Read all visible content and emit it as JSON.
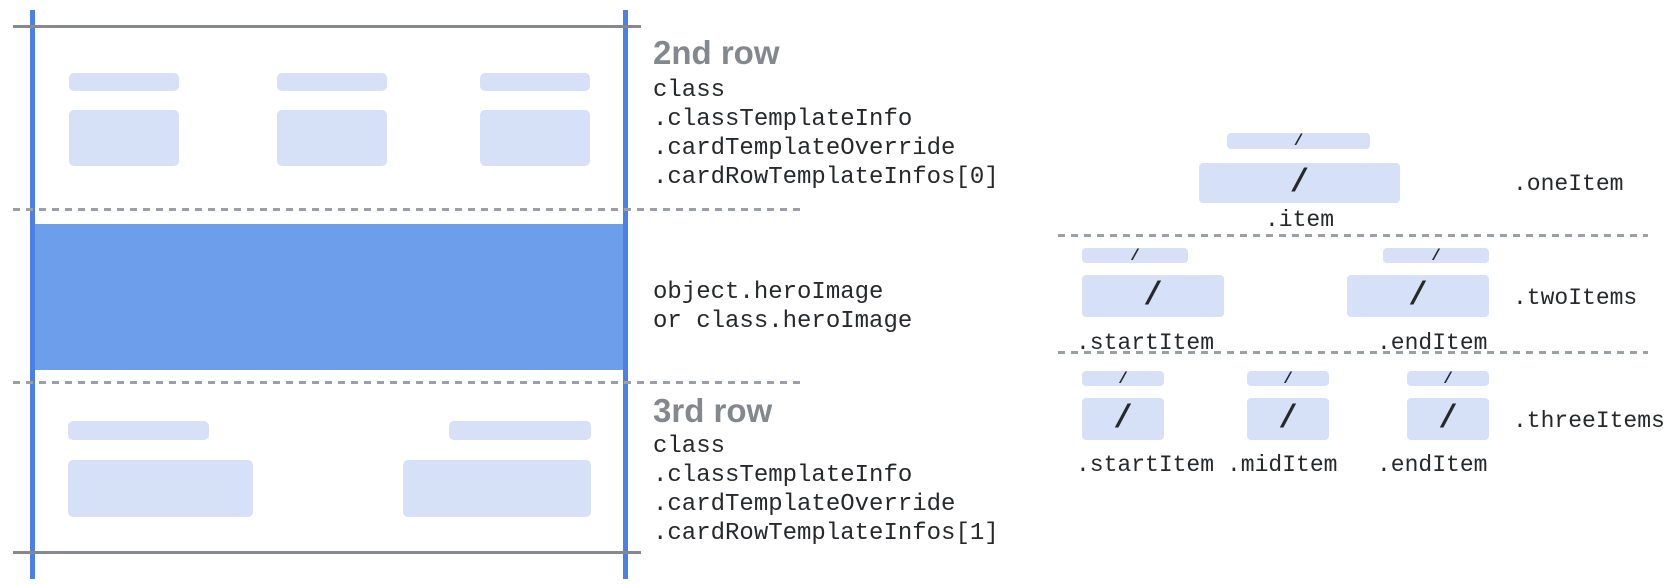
{
  "left_panel": {
    "row2": {
      "heading": "2nd row",
      "class_path": [
        "class",
        ".classTemplateInfo",
        ".cardTemplateOverride",
        ".cardRowTemplateInfos[0]"
      ]
    },
    "hero": {
      "line1": "object.heroImage",
      "line2": "or class.heroImage"
    },
    "row3": {
      "heading": "3rd row",
      "class_path": [
        "class",
        ".classTemplateInfo",
        ".cardTemplateOverride",
        ".cardRowTemplateInfos[1]"
      ]
    }
  },
  "right_panel": {
    "slash": "/",
    "one_item": {
      "layout_label": ".oneItem",
      "item_label": ".item"
    },
    "two_items": {
      "layout_label": ".twoItems",
      "start_label": ".startItem",
      "end_label": ".endItem"
    },
    "three_items": {
      "layout_label": ".threeItems",
      "start_label": ".startItem",
      "mid_label": ".midItem",
      "end_label": ".endItem"
    }
  },
  "colors": {
    "accent_blue": "#4a80e8",
    "hero_blue": "#6d9eeb",
    "placeholder_blue": "#d6e1f8",
    "solid_line_gray": "#85898d",
    "dashed_line_gray": "#9aa0a6",
    "heading_gray": "#82888e",
    "code_text": "#26282b"
  }
}
